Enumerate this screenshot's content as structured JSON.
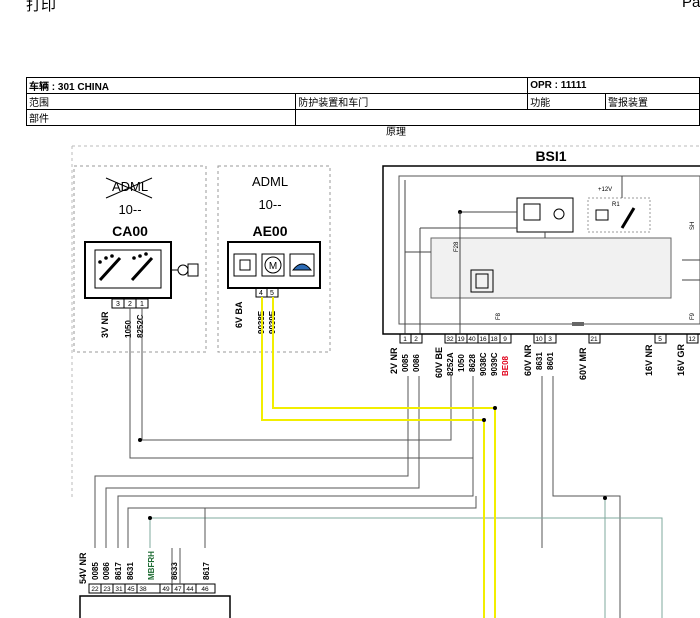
{
  "page": {
    "print_label": "打印",
    "page_label": "Pa"
  },
  "header": {
    "vehicle_label": "车辆",
    "vehicle_value": "301 CHINA",
    "opr_label": "OPR",
    "opr_value": "11111",
    "scope_label": "范围",
    "scope_value": "防护装置和车门",
    "function_label": "功能",
    "function_value": "警报装置",
    "part_label": "部件"
  },
  "caption": "原理",
  "components": {
    "ca00": {
      "adml": "ADML",
      "range": "10--",
      "code": "CA00",
      "pins": [
        "3",
        "2",
        "1"
      ]
    },
    "ae00": {
      "adml": "ADML",
      "range": "10--",
      "code": "AE00",
      "pins": [
        "4",
        "5"
      ]
    },
    "bsi1": {
      "code": "BSI1",
      "v12": "+12V",
      "r1": "R1",
      "f28": "F28",
      "f8": "F8",
      "f9": "F9",
      "sh": "SH"
    }
  },
  "wire_labels": {
    "ca00": [
      "3V NR",
      "1050",
      "8252C"
    ],
    "ae00": [
      "6V BA",
      "9038E",
      "9039E"
    ],
    "bsi_groups": [
      {
        "conn": "2V NR",
        "pins": [
          "1",
          "2"
        ],
        "wires": [
          "0085",
          "0086"
        ]
      },
      {
        "conn": "60V BE",
        "pins": [
          "32",
          "19",
          "40",
          "16",
          "18",
          "9"
        ],
        "wires": [
          "8252A",
          "1050",
          "8628",
          "9038C",
          "9039C",
          "BE08"
        ]
      },
      {
        "conn": "60V NR",
        "pins": [
          "10",
          "3"
        ],
        "wires": [
          "8631",
          "8601"
        ]
      },
      {
        "conn": "60V MR",
        "pins": [
          "21"
        ],
        "wires": []
      },
      {
        "conn": "16V NR",
        "pins": [
          "5"
        ],
        "wires": []
      },
      {
        "conn": "16V GR",
        "pins": [
          "12"
        ],
        "wires": []
      }
    ],
    "bottom_conn": "54V NR",
    "bottom_pins": [
      "22",
      "23",
      "31",
      "45",
      "38",
      "49",
      "47",
      "44",
      "46"
    ],
    "bottom_wires": [
      "0085",
      "0086",
      "8617",
      "8631",
      "MBFRH",
      "8633",
      "8617"
    ]
  },
  "colors": {
    "yellow_wire": "#f2ee00",
    "green_wire": "#7fa89e",
    "red_label": "#e0001a",
    "green_label": "#1d6b32"
  }
}
